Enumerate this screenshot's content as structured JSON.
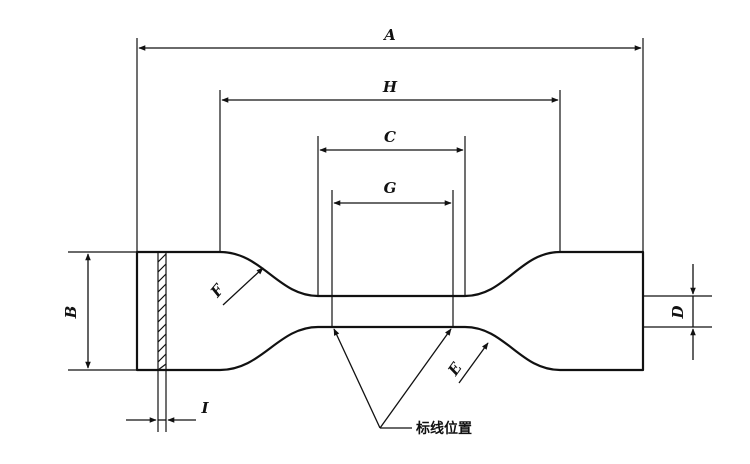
{
  "dimension_labels": {
    "A": "A",
    "H": "H",
    "C": "C",
    "G": "G",
    "B": "B",
    "D": "D",
    "F": "F",
    "E": "E",
    "I": "I"
  },
  "callout": "标线位置"
}
